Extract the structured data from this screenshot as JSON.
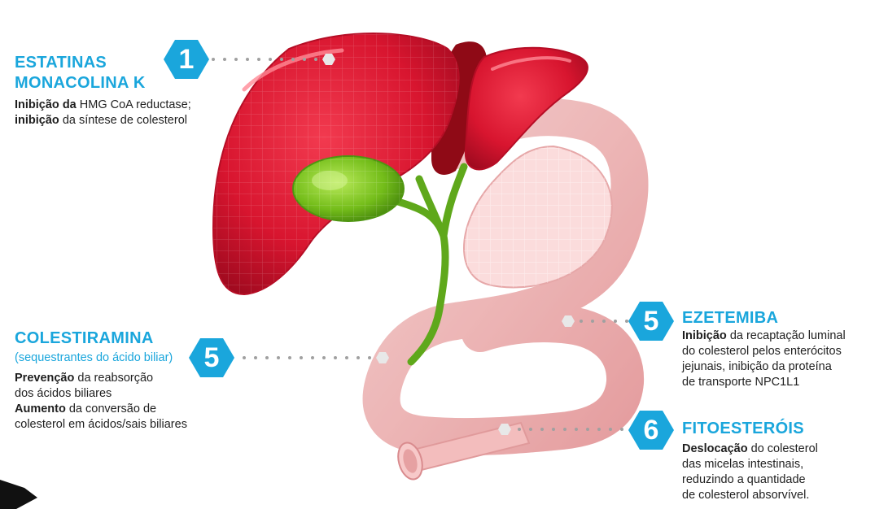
{
  "items": [
    {
      "number": "1",
      "title_lines": [
        "ESTATINAS",
        "MONACOLINA K"
      ],
      "description": [
        [
          {
            "b": "Inibição da"
          },
          {
            "t": " HMG CoA reductase;"
          }
        ],
        [
          {
            "b": "inibição"
          },
          {
            "t": " da síntese de colesterol"
          }
        ]
      ]
    },
    {
      "number": "5",
      "title_lines": [
        "COLESTIRAMINA"
      ],
      "subtitle": "(sequestrantes do ácido biliar)",
      "description": [
        [
          {
            "b": "Prevenção"
          },
          {
            "t": " da reabsorção"
          }
        ],
        [
          {
            "t": "dos ácidos biliares"
          }
        ],
        [
          {
            "b": "Aumento"
          },
          {
            "t": " da conversão de"
          }
        ],
        [
          {
            "t": "colesterol em ácidos/sais biliares"
          }
        ]
      ]
    },
    {
      "number": "5",
      "title_lines": [
        "EZETEMIBA"
      ],
      "description": [
        [
          {
            "b": "Inibição"
          },
          {
            "t": " da recaptação luminal"
          }
        ],
        [
          {
            "t": "do colesterol pelos enterócitos"
          }
        ],
        [
          {
            "t": "jejunais, inibição da proteína"
          }
        ],
        [
          {
            "t": "de transporte NPC1L1"
          }
        ]
      ]
    },
    {
      "number": "6",
      "title_lines": [
        "FITOESTERÓIS"
      ],
      "description": [
        [
          {
            "b": "Deslocação"
          },
          {
            "t": " do colesterol"
          }
        ],
        [
          {
            "t": "das micelas intestinais,"
          }
        ],
        [
          {
            "t": "reduzindo a quantidade"
          }
        ],
        [
          {
            "t": "de colesterol absorvível."
          }
        ]
      ]
    }
  ],
  "colors": {
    "accent": "#1aa6dc",
    "liver": "#d8152f",
    "gallbladder": "#7cc21f",
    "intestine": "#f4c3c3"
  },
  "icons": [
    "hexagon-badge-icon",
    "liver-icon",
    "gallbladder-icon",
    "intestine-icon"
  ]
}
